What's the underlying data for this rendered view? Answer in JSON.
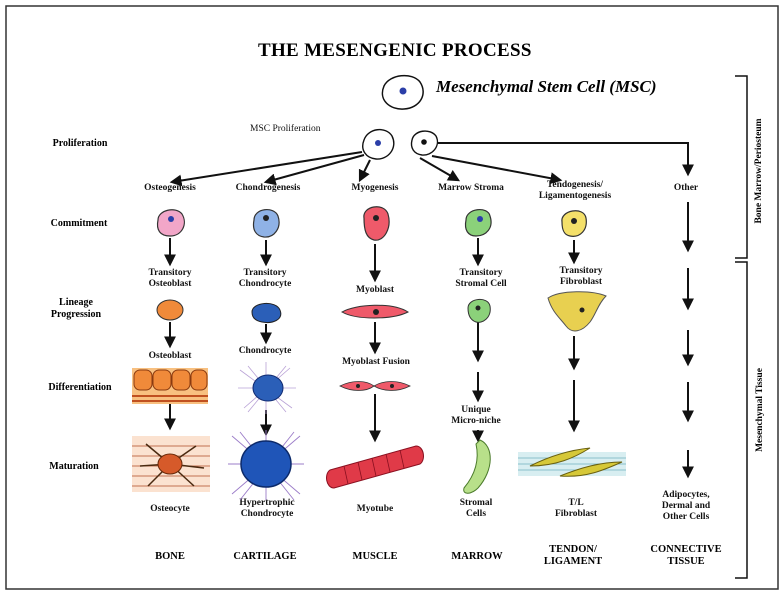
{
  "title": "THE MESENGENIC PROCESS",
  "msc_label": "Mesenchymal Stem Cell (MSC)",
  "msc_proliferation": "MSC Proliferation",
  "stages": {
    "proliferation": "Proliferation",
    "commitment": "Commitment",
    "lineage_progression": "Lineage\nProgression",
    "differentiation": "Differentiation",
    "maturation": "Maturation"
  },
  "pathways": [
    "Osteogenesis",
    "Chondrogenesis",
    "Myogenesis",
    "Marrow Stroma",
    "Tendogenesis/\nLigamentogenesis",
    "Other"
  ],
  "transitory": [
    "Transitory\nOsteoblast",
    "Transitory\nChondrocyte",
    "Myoblast",
    "Transitory\nStromal Cell",
    "Transitory\nFibroblast"
  ],
  "differentiated": [
    "Osteoblast",
    "Chondrocyte",
    "Myoblast Fusion",
    "Unique\nMicro-niche"
  ],
  "mature": [
    "Osteocyte",
    "Hypertrophic\nChondrocyte",
    "Myotube",
    "Stromal\nCells",
    "T/L\nFibroblast",
    "Adipocytes,\nDermal and\nOther Cells"
  ],
  "tissues": [
    "BONE",
    "CARTILAGE",
    "MUSCLE",
    "MARROW",
    "TENDON/\nLIGAMENT",
    "CONNECTIVE\nTISSUE"
  ],
  "bracket_labels": {
    "top": "Bone Marrow/Periosteum",
    "bottom": "Mesenchymal Tissue"
  },
  "colors": {
    "osteo_commit": "#f2a6c8",
    "chondro_commit": "#8fb2e6",
    "myo": "#ef5a6a",
    "stroma": "#8bd17a",
    "tendo": "#f4e06a",
    "osteoblast": "#f08a3a",
    "chondro": "#2b5fb8",
    "fibroblast": "#e8d050"
  }
}
